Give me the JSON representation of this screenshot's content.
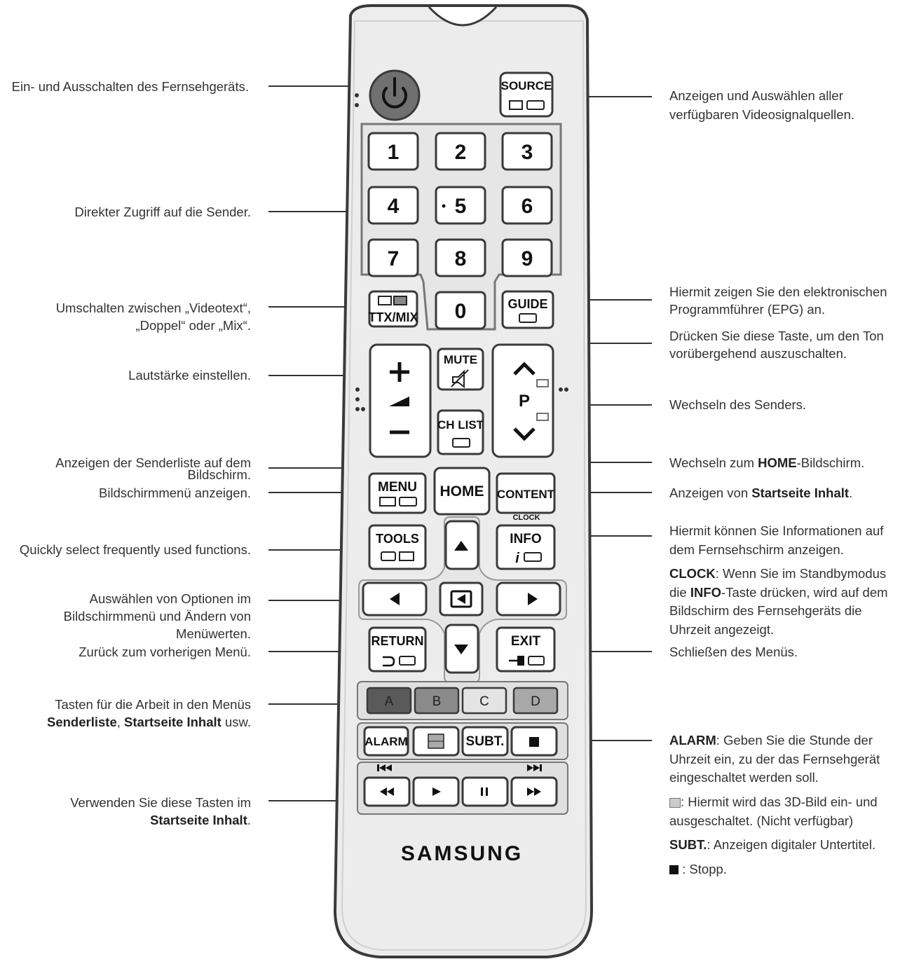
{
  "remote": {
    "brand": "SAMSUNG",
    "keys": {
      "power_icon": "power-icon",
      "source": "SOURCE",
      "digits": [
        "1",
        "2",
        "3",
        "4",
        "5",
        "6",
        "7",
        "8",
        "9",
        "0"
      ],
      "ttx_mix": "TTX/MIX",
      "guide": "GUIDE",
      "mute": "MUTE",
      "ch_list": "CH LIST",
      "p": "P",
      "menu": "MENU",
      "home": "HOME",
      "content": "CONTENT",
      "clock": "CLOCK",
      "tools": "TOOLS",
      "info": "INFO",
      "return": "RETURN",
      "exit": "EXIT",
      "color_a": "A",
      "color_b": "B",
      "color_c": "C",
      "color_d": "D",
      "alarm": "ALARM",
      "subt": "SUBT."
    },
    "colors": {
      "body": "#ececec",
      "outline": "#3a3a3a",
      "power": "#707070",
      "key_a": "#5a5a5a",
      "key_b": "#8a8a8a",
      "key_c": "#e4e4e4",
      "key_d": "#a8a8a8"
    }
  },
  "callouts": {
    "power": "Ein- und Ausschalten des Fernsehgeräts.",
    "source_1": "Anzeigen und Auswählen aller",
    "source_2": "verfügbaren Videosignalquellen.",
    "digits": "Direkter Zugriff auf die Sender.",
    "ttx_1": "Umschalten zwischen „Videotext“,",
    "ttx_2": "„Doppel“ oder „Mix“.",
    "guide_1": "Hiermit zeigen Sie den elektronischen",
    "guide_2": "Programmführer (EPG) an.",
    "mute_1": "Drücken Sie diese Taste, um den Ton",
    "mute_2": "vorübergehend auszuschalten.",
    "volume": "Lautstärke einstellen.",
    "channel": "Wechseln des Senders.",
    "chlist_1": "Anzeigen der Senderliste auf dem",
    "chlist_2": "Bildschirm.",
    "home_pre": "Wechseln zum ",
    "home_bold": "HOME",
    "home_post": "-Bildschirm.",
    "menu": "Bildschirmmenü anzeigen.",
    "content_pre": "Anzeigen von ",
    "content_bold": "Startseite Inhalt",
    "content_post": ".",
    "tools": "Quickly select frequently used functions.",
    "info_1": "Hiermit können Sie Informationen auf",
    "info_2": "dem Fernsehschirm anzeigen.",
    "clock_bold": "CLOCK",
    "clock_1": ": Wenn Sie im Standbymodus",
    "clock_2a": "die ",
    "clock_2_bold": "INFO",
    "clock_2b": "-Taste drücken, wird auf dem",
    "clock_3": "Bildschirm des Fernsehgeräts die",
    "clock_4": "Uhrzeit angezeigt.",
    "arrows_1": "Auswählen von Optionen im",
    "arrows_2": "Bildschirmmenü und Ändern von",
    "arrows_3": "Menüwerten.",
    "return": "Zurück zum vorherigen Menü.",
    "exit": "Schließen des Menüs.",
    "colorkeys_1": "Tasten für die Arbeit in den Menüs",
    "colorkeys_2_bold1": "Senderliste",
    "colorkeys_2_mid": ", ",
    "colorkeys_2_bold2": "Startseite Inhalt",
    "colorkeys_2_post": " usw.",
    "alarm_bold": "ALARM",
    "alarm_1": ": Geben Sie die Stunde der",
    "alarm_2": "Uhrzeit ein, zu der das Fernsehgerät",
    "alarm_3": "eingeschaltet werden soll.",
    "threed_1": ": Hiermit wird das 3D-Bild ein- und",
    "threed_2": "ausgeschaltet. (Nicht verfügbar)",
    "subt_bold": "SUBT.",
    "subt_text": ": Anzeigen digitaler Untertitel.",
    "stop_text": " : Stopp.",
    "media_1": "Verwenden Sie diese Tasten im",
    "media_2_bold": "Startseite Inhalt",
    "media_2_post": "."
  }
}
